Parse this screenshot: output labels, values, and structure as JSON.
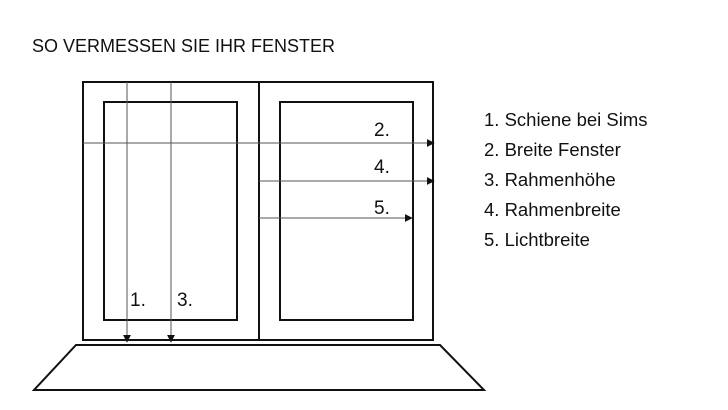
{
  "title": "SO VERMESSEN SIE IHR FENSTER",
  "legend": [
    "1. Schiene bei Sims",
    "2. Breite Fenster",
    "3. Rahmenhöhe",
    "4. Rahmenbreite",
    "5. Lichtbreite"
  ],
  "markers": {
    "m1": "1.",
    "m2": "2.",
    "m3": "3.",
    "m4": "4.",
    "m5": "5."
  },
  "colors": {
    "stroke": "#111111",
    "guide": "#555555",
    "background": "#ffffff"
  }
}
